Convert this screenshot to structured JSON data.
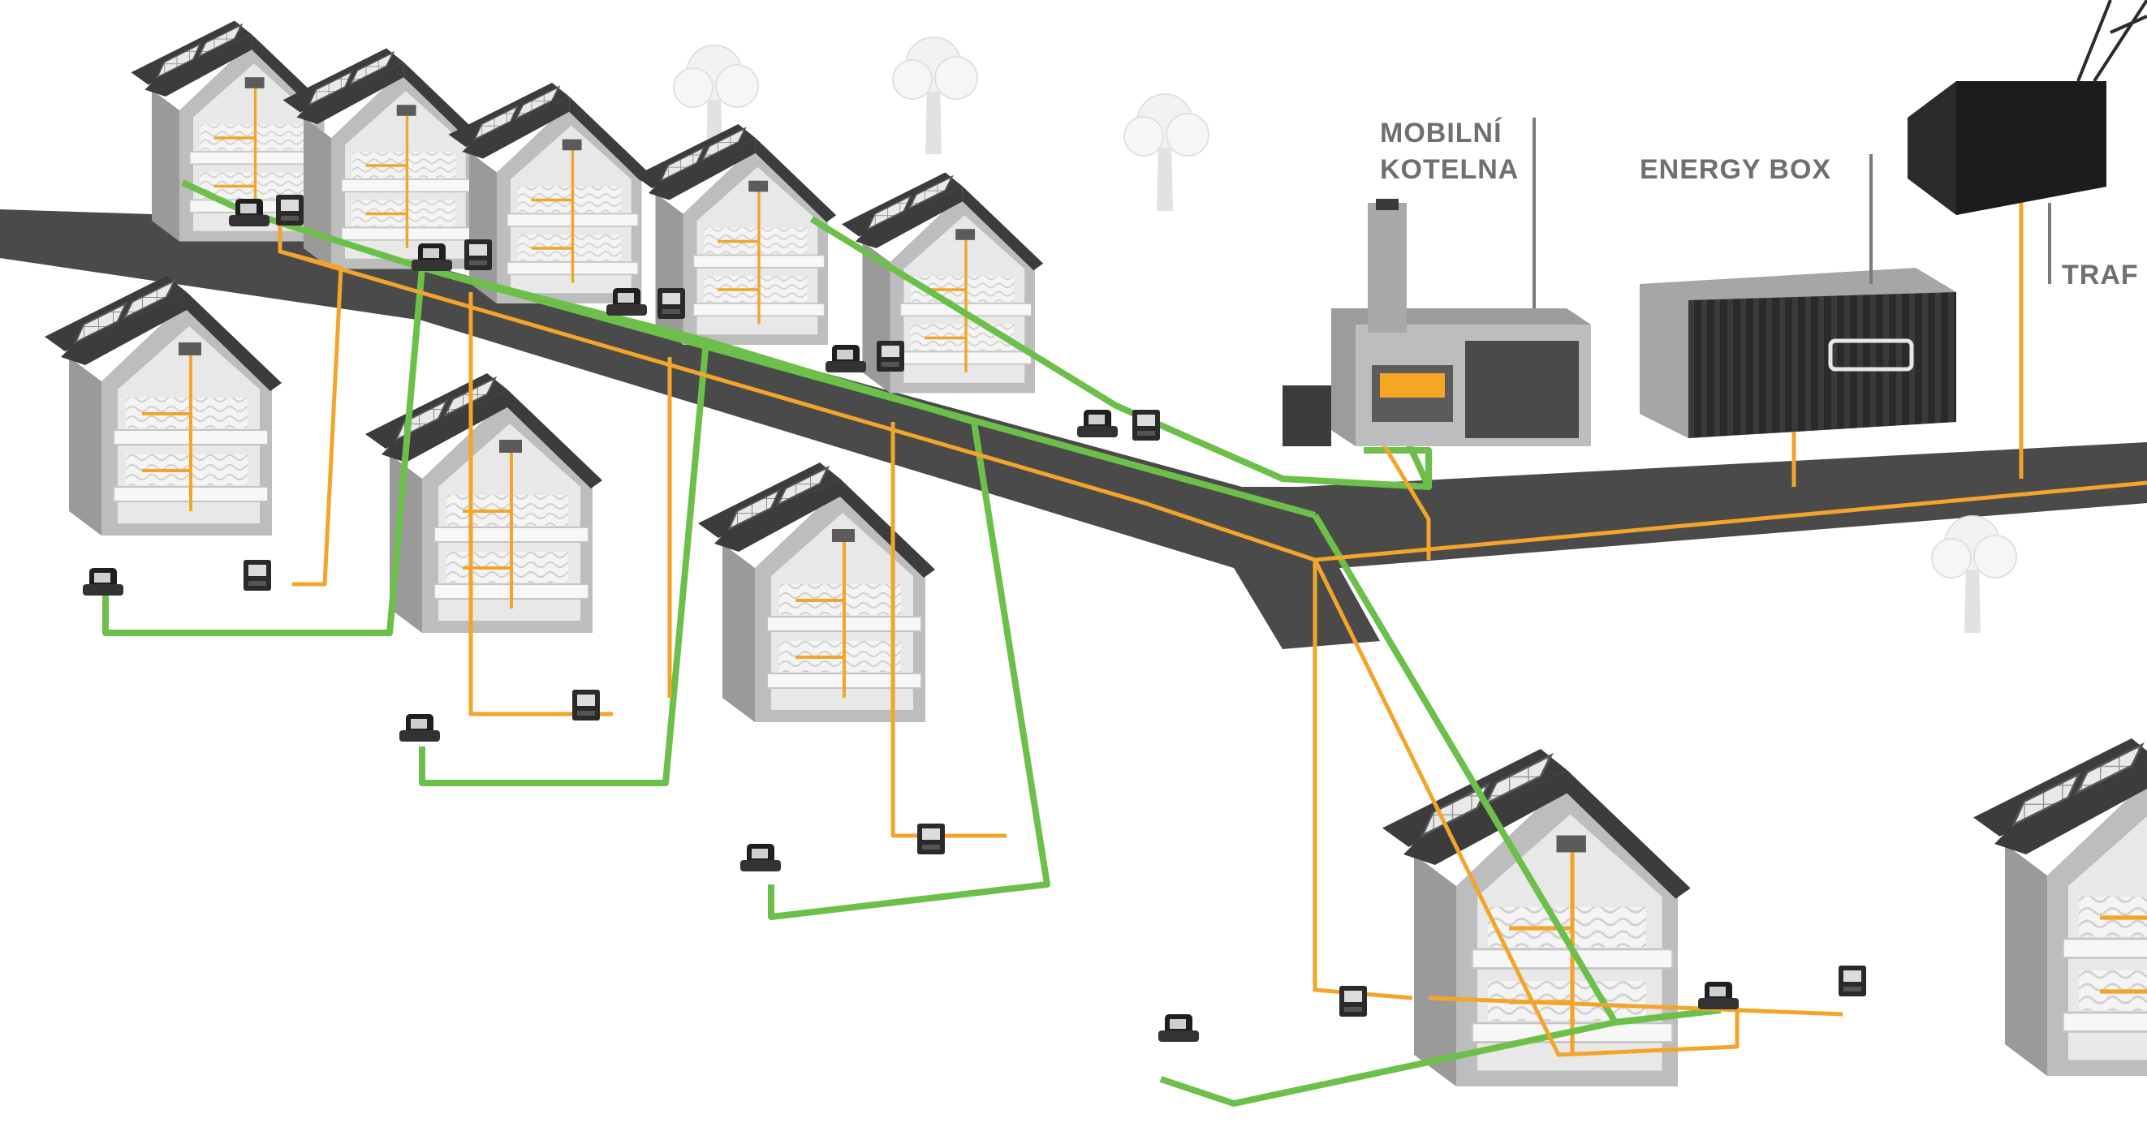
{
  "labels": {
    "boiler_line1": "MOBILNÍ",
    "boiler_line2": "KOTELNA",
    "energy_box": "ENERGY BOX",
    "transformer_partial": "TRAF"
  },
  "colors": {
    "background": "#ffffff",
    "road": "#4a4a4a",
    "house_wall": "#bdbdbd",
    "house_wall_dark": "#9a9a9a",
    "roof": "#3c3c3c",
    "solar_panel": "#e9e9e9",
    "green_line": "#6cc04a",
    "orange_line": "#f2a52a",
    "label_text": "#6f6f6f",
    "boiler_yellow": "#f5a623",
    "meter_dark": "#1f1f1f",
    "tree": "#f2f2f2"
  },
  "icons": [
    "house-icon",
    "solar-panel-icon",
    "smart-meter-icon",
    "boiler-icon",
    "energy-box-icon",
    "transformer-icon",
    "tree-icon",
    "power-pylon-icon"
  ]
}
